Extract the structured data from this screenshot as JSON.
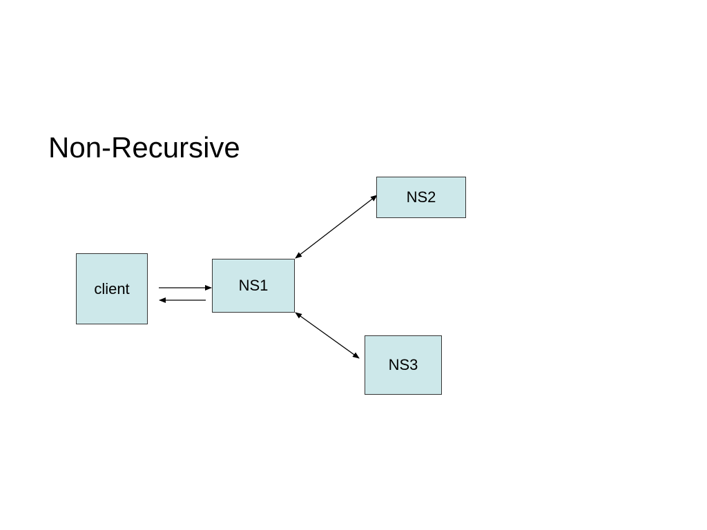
{
  "slide": {
    "title": "Non-Recursive"
  },
  "colors": {
    "node_fill": "#cde8ea",
    "node_border": "#333333",
    "arrow": "#000000"
  },
  "diagram": {
    "nodes": [
      {
        "id": "client",
        "label": "client"
      },
      {
        "id": "ns1",
        "label": "NS1"
      },
      {
        "id": "ns2",
        "label": "NS2"
      },
      {
        "id": "ns3",
        "label": "NS3"
      }
    ],
    "edges": [
      {
        "from": "client",
        "to": "ns1",
        "direction": "forward"
      },
      {
        "from": "ns1",
        "to": "client",
        "direction": "forward"
      },
      {
        "from": "ns1",
        "to": "ns2",
        "direction": "both"
      },
      {
        "from": "ns1",
        "to": "ns3",
        "direction": "both"
      }
    ]
  }
}
